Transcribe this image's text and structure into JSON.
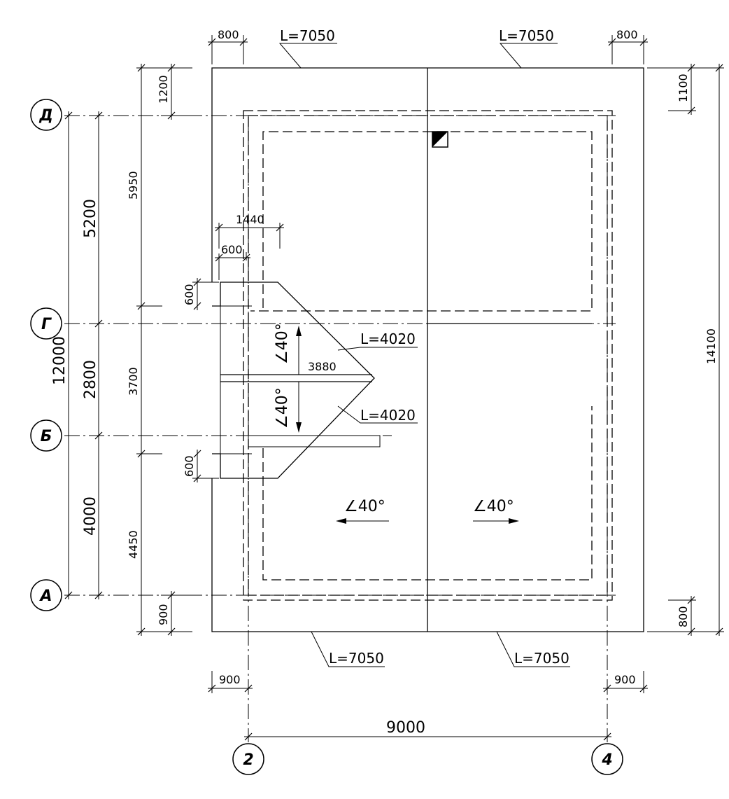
{
  "axes": {
    "rows": [
      "Д",
      "Г",
      "Б",
      "А"
    ],
    "cols": [
      "2",
      "4"
    ]
  },
  "edge_lengths": {
    "top_left": "L=7050",
    "top_right": "L=7050",
    "bottom_left": "L=7050",
    "bottom_right": "L=7050",
    "dormer_upper": "L=4020",
    "dormer_lower": "L=4020"
  },
  "dimensions": {
    "top_overhang_left": "800",
    "top_overhang_right": "800",
    "bottom_overhang_left": "900",
    "bottom_overhang_right": "900",
    "axes_width": "9000",
    "total_height": "14100",
    "right_top": "1100",
    "right_bottom": "800",
    "left_total": "12000",
    "span_d_g": "5200",
    "span_g_b": "2800",
    "span_b_a": "4000",
    "left_top_1200": "1200",
    "left_5950": "5950",
    "left_3700": "3700",
    "left_4450": "4450",
    "left_bottom_900": "900",
    "dormer_1440": "1440",
    "dormer_600_horiz": "600",
    "dormer_600_top": "600",
    "dormer_600_bottom": "600",
    "dormer_3880": "3880"
  },
  "slopes": {
    "dormer_top": "∠40°",
    "dormer_bottom": "∠40°",
    "main_left": "∠40°",
    "main_right": "∠40°"
  }
}
